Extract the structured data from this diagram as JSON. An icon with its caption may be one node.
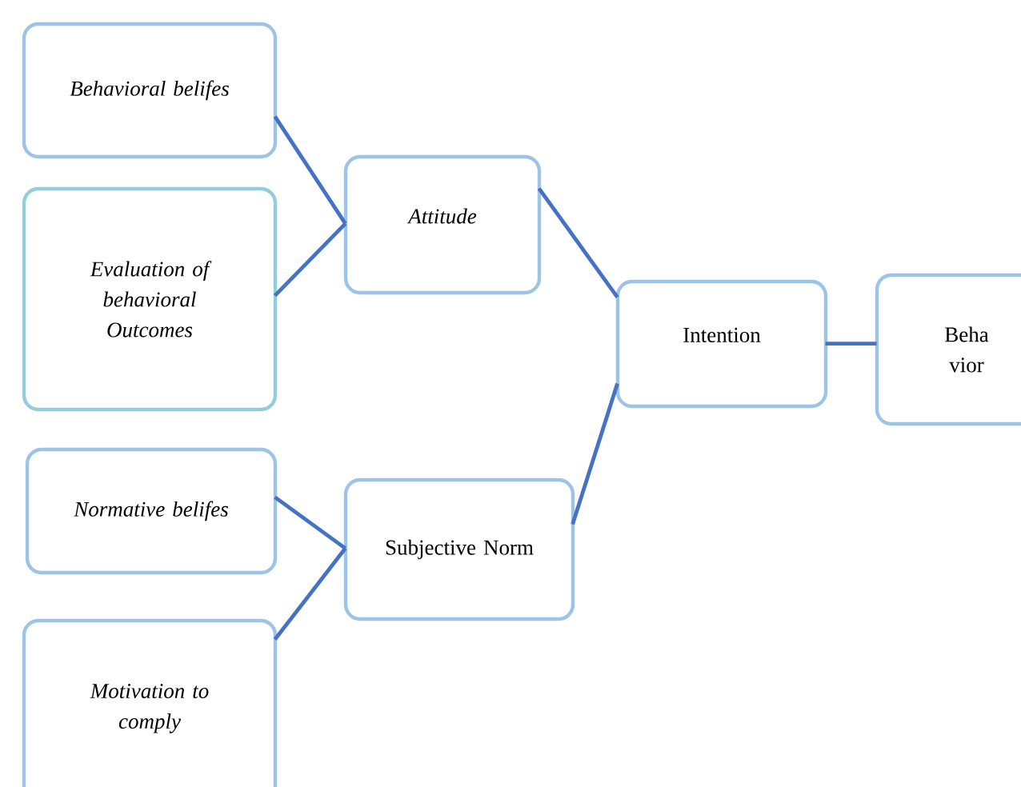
{
  "diagram": {
    "nodes": [
      {
        "text": [
          "Behavioral belifes"
        ]
      },
      {
        "text": [
          "Evaluation of behavioral Outcomes"
        ]
      },
      {
        "text": [
          "Attitude"
        ]
      },
      {
        "text": [
          "Normative belifes"
        ]
      },
      {
        "text": [
          "Motivation to comply"
        ]
      },
      {
        "text": [
          "Subjective Norm"
        ]
      },
      {
        "text": [
          "Intention"
        ]
      },
      {
        "text": [
          "Beha vior"
        ]
      }
    ],
    "edges": [
      {
        "from": 0,
        "to": 2,
        "arrow": "none"
      },
      {
        "from": 1,
        "to": 2,
        "arrow": "none"
      },
      {
        "from": 3,
        "to": 5,
        "arrow": "none"
      },
      {
        "from": 4,
        "to": 5,
        "arrow": "none"
      },
      {
        "from": 2,
        "to": 6,
        "arrow": "none"
      },
      {
        "from": 5,
        "to": 6,
        "arrow": "none"
      },
      {
        "from": 6,
        "to": 7,
        "arrow": "none"
      }
    ]
  }
}
